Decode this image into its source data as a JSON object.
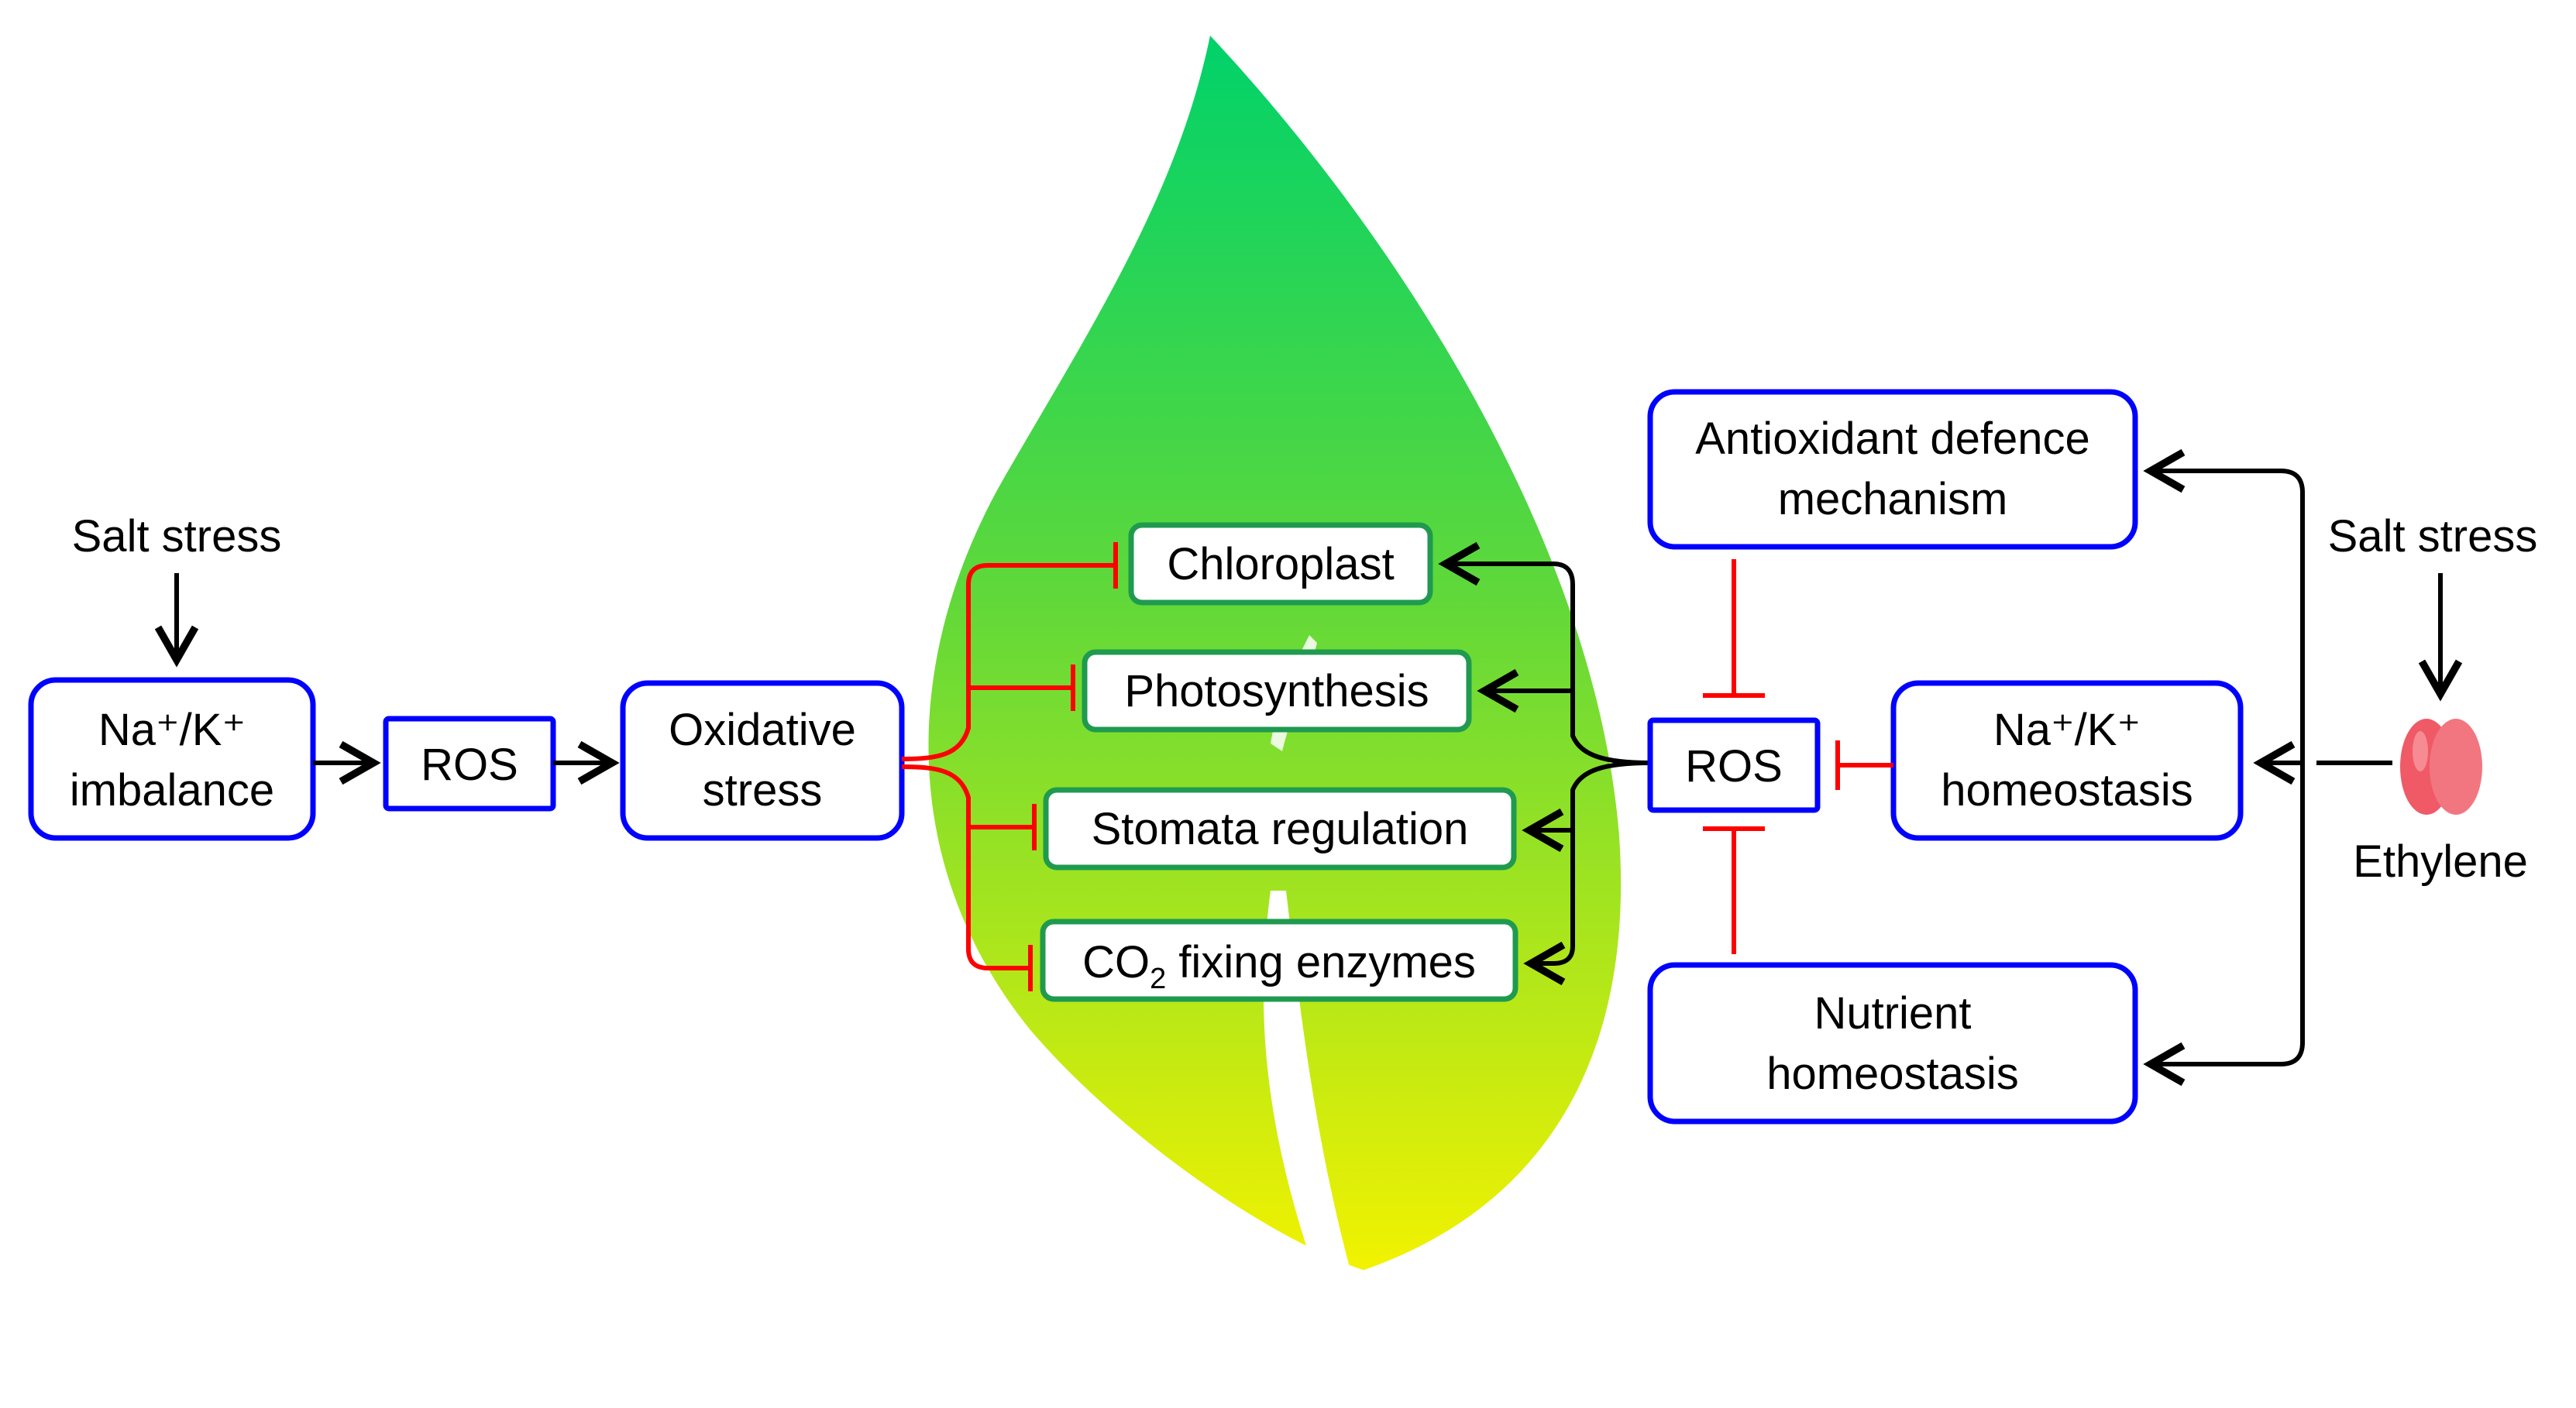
{
  "colors": {
    "box_border_blue": "#0000ff",
    "box_border_green": "#1f9a4f",
    "activation_arrow": "#000000",
    "inhibition_line": "#ff0000",
    "leaf_top": "#00d26a",
    "leaf_bottom": "#f2f200",
    "ethylene_molecule": "#f0606a"
  },
  "left_pathway": {
    "salt_stress": "Salt stress",
    "imbalance_line1": "Na⁺/K⁺",
    "imbalance_line2": "imbalance",
    "ros": "ROS",
    "oxidative_line1": "Oxidative",
    "oxidative_line2": "stress"
  },
  "leaf_targets": {
    "chloroplast": "Chloroplast",
    "photosynthesis": "Photosynthesis",
    "stomata": "Stomata regulation",
    "co2_prefix": "CO",
    "co2_sub": "2",
    "co2_suffix": " fixing enzymes"
  },
  "right_pathway": {
    "antioxidant_line1": "Antioxidant defence",
    "antioxidant_line2": "mechanism",
    "ros": "ROS",
    "homeostasis_line1": "Na⁺/K⁺",
    "homeostasis_line2": "homeostasis",
    "nutrient_line1": "Nutrient",
    "nutrient_line2": "homeostasis",
    "salt_stress": "Salt stress",
    "ethylene": "Ethylene"
  },
  "icons": {
    "leaf": "leaf-icon",
    "ethylene": "ethylene-molecule-icon"
  }
}
